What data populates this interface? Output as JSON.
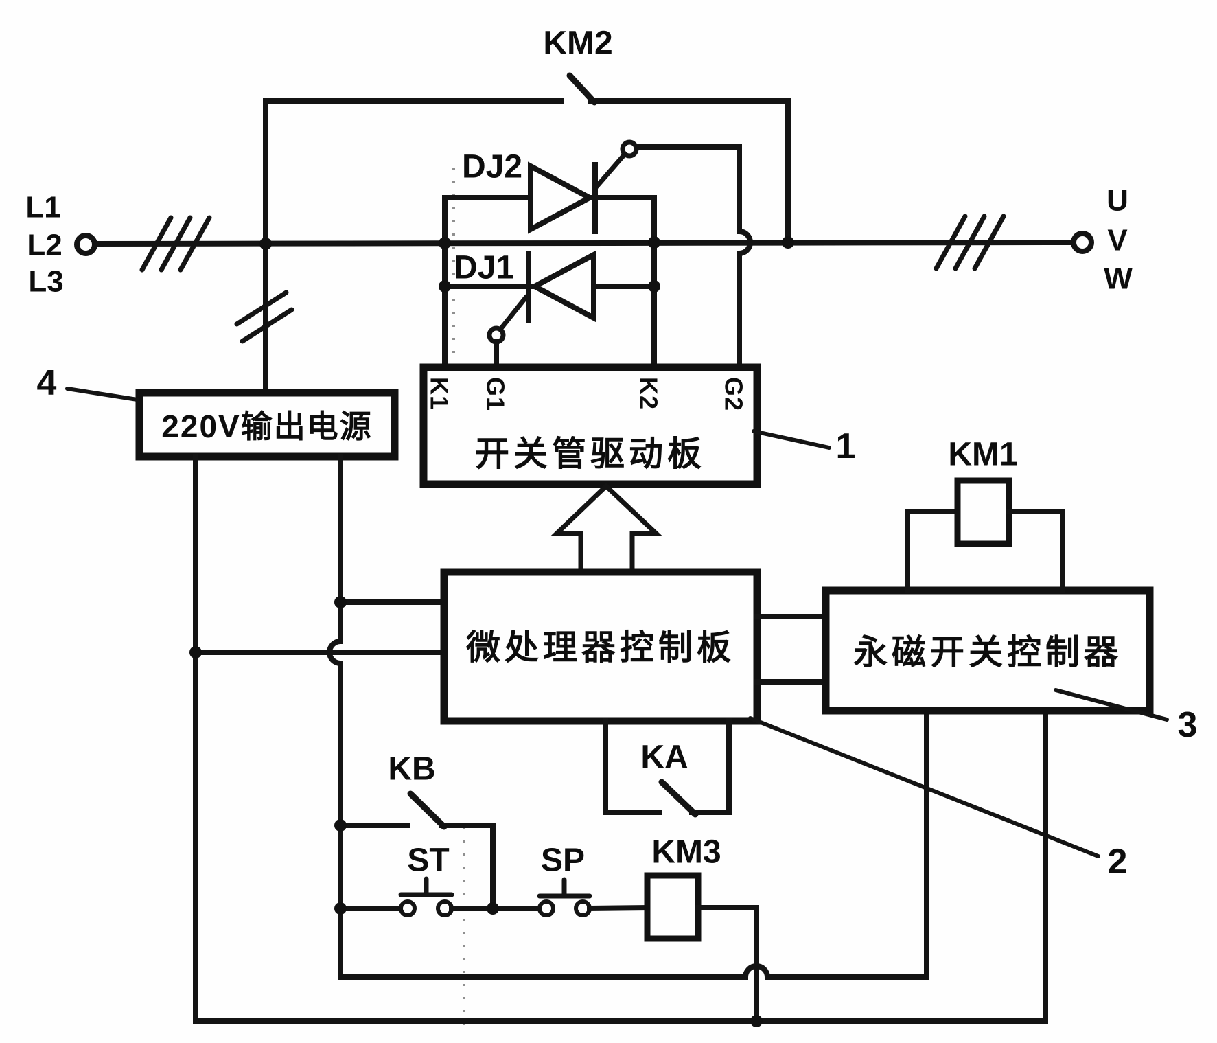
{
  "terminals": {
    "input_lines": [
      "L1",
      "L2",
      "L3"
    ],
    "output_lines": [
      "U",
      "V",
      "W"
    ]
  },
  "components": {
    "km2_contact": {
      "label": "KM2"
    },
    "km1_coil": {
      "label": "KM1"
    },
    "km3_coil": {
      "label": "KM3"
    },
    "ka_contact": {
      "label": "KA"
    },
    "kb_contact": {
      "label": "KB"
    },
    "st_button": {
      "label": "ST"
    },
    "sp_button": {
      "label": "SP"
    },
    "dj2_thyristor": {
      "label": "DJ2"
    },
    "dj1_thyristor": {
      "label": "DJ1"
    },
    "drive_board": {
      "name": "开关管驱动板",
      "ref": "1",
      "terminals": [
        "K1",
        "G1",
        "K2",
        "G2"
      ]
    },
    "power_supply": {
      "name": "220V输出电源",
      "ref": "4"
    },
    "mcu_board": {
      "name": "微处理器控制板",
      "ref": "2"
    },
    "pm_controller": {
      "name": "永磁开关控制器",
      "ref": "3"
    }
  }
}
